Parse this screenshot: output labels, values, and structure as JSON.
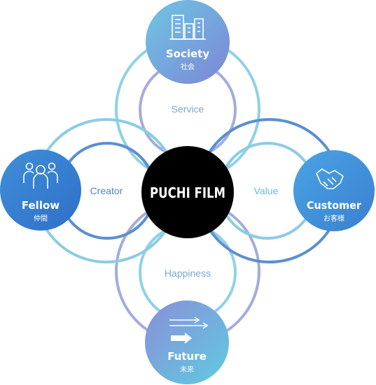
{
  "center": {
    "label": "PUCHI FILM"
  },
  "nodes": {
    "society": {
      "label": "Society",
      "sub": "社会",
      "icon": "buildings-icon"
    },
    "fellow": {
      "label": "Fellow",
      "sub": "仲間",
      "icon": "people-icon"
    },
    "customer": {
      "label": "Customer",
      "sub": "お客様",
      "icon": "handshake-icon"
    },
    "future": {
      "label": "Future",
      "sub": "未来",
      "icon": "arrows-right-icon"
    }
  },
  "rings": {
    "service": "Service",
    "creator": "Creator",
    "value": "Value",
    "happiness": "Happiness"
  },
  "colors": {
    "light_blue": "#8ccbe6",
    "mid_blue": "#5b8fd0",
    "lavender": "#a3abd8",
    "teal": "#7fcfe0",
    "center": "#000000",
    "ring_text": "#5a8fc7"
  }
}
